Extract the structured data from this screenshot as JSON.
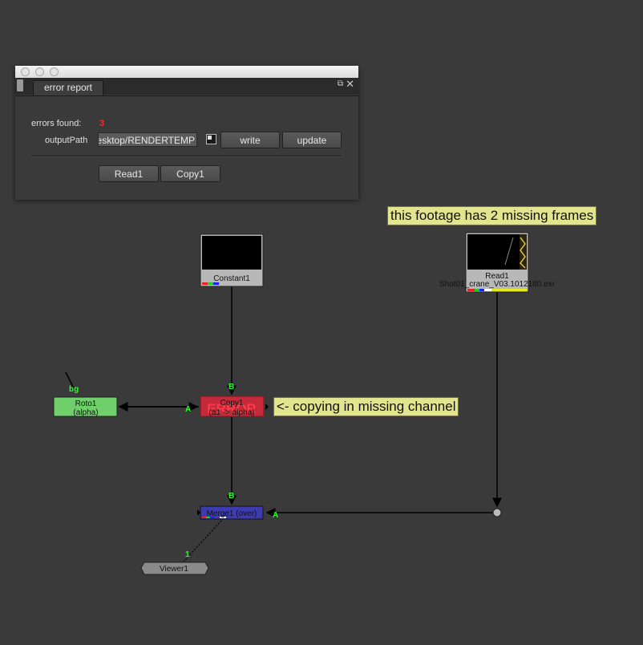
{
  "panel": {
    "tab_label": "error report",
    "errors_found_label": "errors found:",
    "errors_found_value": "3",
    "output_path_label": "outputPath",
    "output_path_value": "esktop/RENDERTEMP/",
    "write_label": "write",
    "update_label": "update",
    "error_buttons": [
      "Read1",
      "Copy1"
    ]
  },
  "notes": {
    "missing_frames": "this footage has 2 missing frames",
    "copying": "<- copying in missing channel"
  },
  "nodes": {
    "constant": {
      "label": "Constant1"
    },
    "read": {
      "label": "Read1",
      "file": "Shot01_crane_V03.1012180.exr"
    },
    "roto": {
      "label": "Roto1",
      "sub": "(alpha)"
    },
    "copy": {
      "label": "Copy1",
      "sub": "(a1 -> alpha)",
      "error_text": "ERROR"
    },
    "merge": {
      "label": "Merge1 (over)"
    },
    "viewer": {
      "label": "Viewer1"
    }
  },
  "inputs": {
    "b": "B",
    "a": "A",
    "bg": "bg",
    "viewer_input": "1"
  },
  "colors": {
    "background": "#3a3a3a",
    "error_red": "#ff2a2a",
    "sticky": "#e3e58e",
    "roto_node": "#6fcf6a",
    "copy_node": "#c42a3a",
    "merge_node": "#3c3cb0",
    "input_label": "#2aff2a"
  }
}
